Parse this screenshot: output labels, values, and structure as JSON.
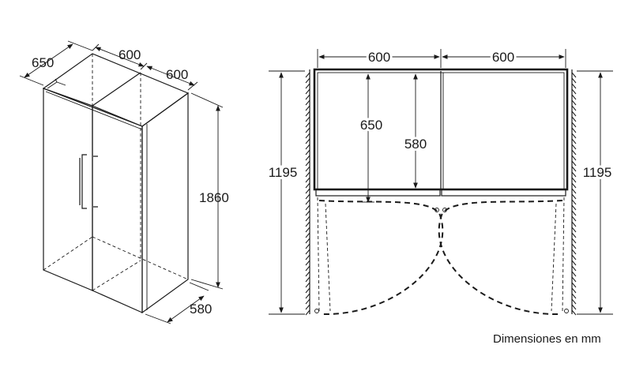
{
  "iso_view": {
    "depth_label": "650",
    "width_left_label": "600",
    "width_right_label": "600",
    "height_label": "1860",
    "base_depth_label": "580"
  },
  "plan_view": {
    "width_left_label": "600",
    "width_right_label": "600",
    "left_depth_label": "650",
    "inner_depth_label": "580",
    "left_clearance_label": "1195",
    "right_clearance_label": "1195"
  },
  "footer": {
    "units_note": "Dimensiones en mm"
  }
}
